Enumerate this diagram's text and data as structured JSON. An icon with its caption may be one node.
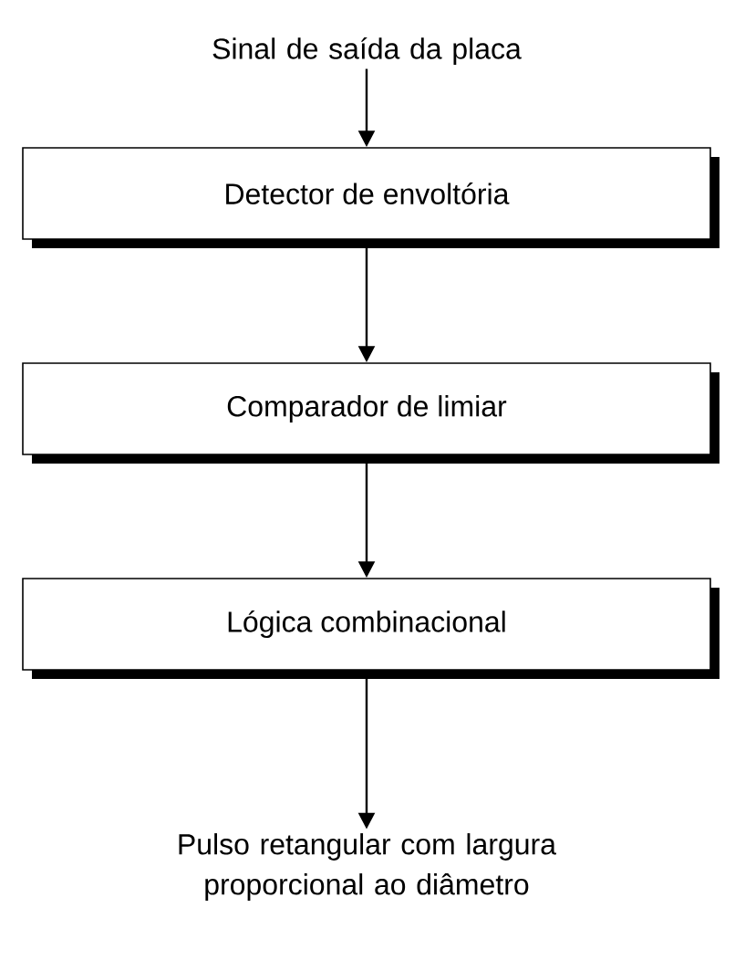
{
  "diagram": {
    "nodes": [
      {
        "text": [
          "Sinal de saída da placa"
        ]
      },
      {
        "text": [
          "Detector de envoltória"
        ]
      },
      {
        "text": [
          "Comparador de limiar"
        ]
      },
      {
        "text": [
          "Lógica combinacional"
        ]
      },
      {
        "text": [
          "Pulso retangular com largura proporcional ao diâmetro"
        ]
      }
    ],
    "edges": [
      {
        "from": 0,
        "to": 1,
        "arrow": "to"
      },
      {
        "from": 1,
        "to": 2,
        "arrow": "to"
      },
      {
        "from": 2,
        "to": 3,
        "arrow": "to"
      },
      {
        "from": 3,
        "to": 4,
        "arrow": "to"
      }
    ]
  }
}
